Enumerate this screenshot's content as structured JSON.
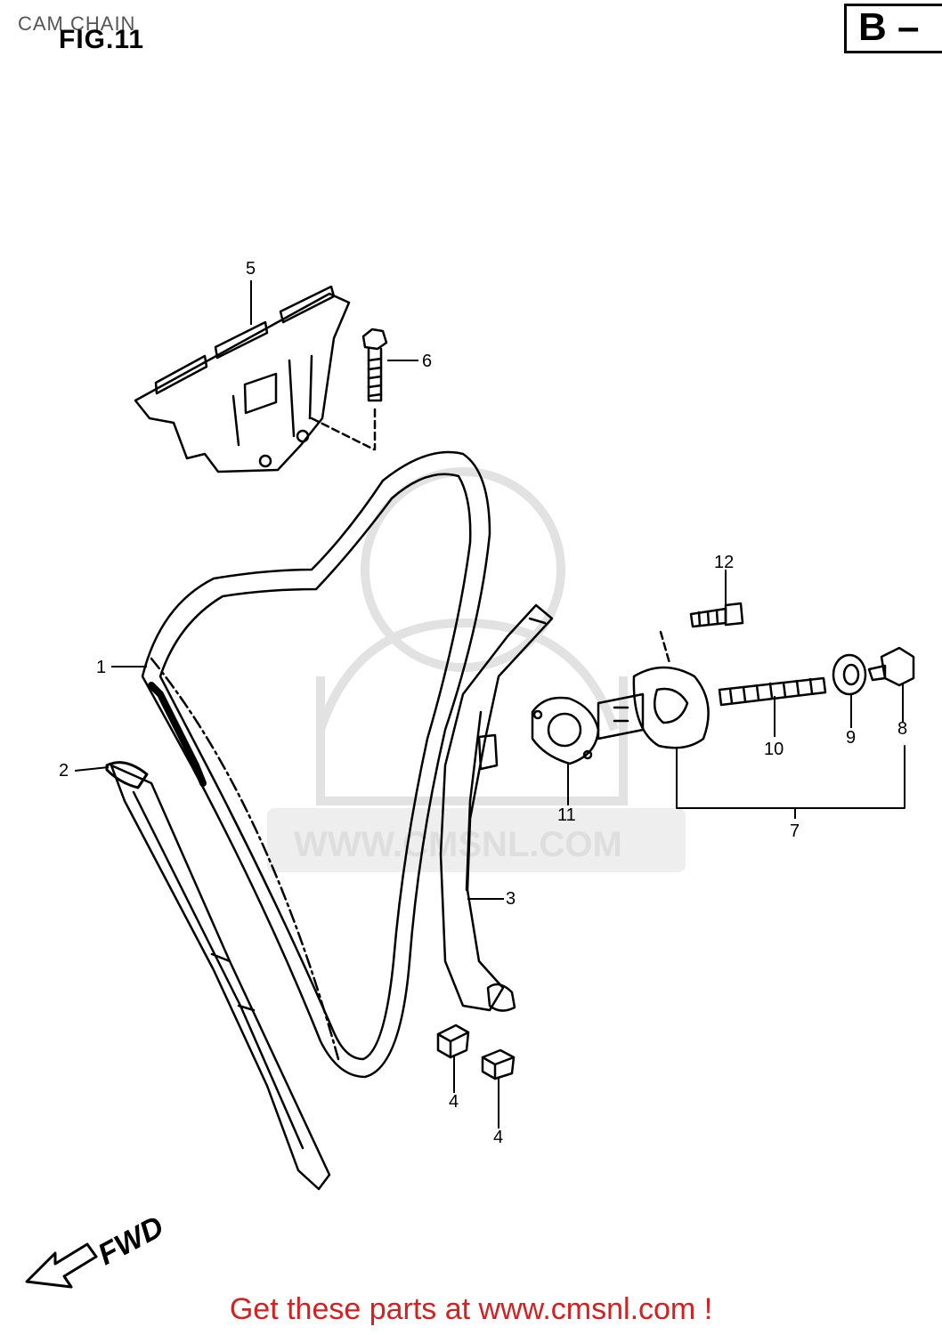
{
  "header": {
    "caption": "CAM CHAIN",
    "figure": "FIG.11",
    "section": "B –"
  },
  "watermark": {
    "text": "WWW.CMSNL.COM"
  },
  "callouts": [
    {
      "number": "1"
    },
    {
      "number": "2"
    },
    {
      "number": "3"
    },
    {
      "number": "4"
    },
    {
      "number": "4"
    },
    {
      "number": "5"
    },
    {
      "number": "6"
    },
    {
      "number": "7"
    },
    {
      "number": "8"
    },
    {
      "number": "9"
    },
    {
      "number": "10"
    },
    {
      "number": "11"
    },
    {
      "number": "12"
    }
  ],
  "direction": {
    "label": "FWD"
  },
  "footer": {
    "text": "Get these parts at www.cmsnl.com !"
  },
  "colors": {
    "line": "#000000",
    "watermark": "#dedede",
    "footer": "#d62020"
  }
}
